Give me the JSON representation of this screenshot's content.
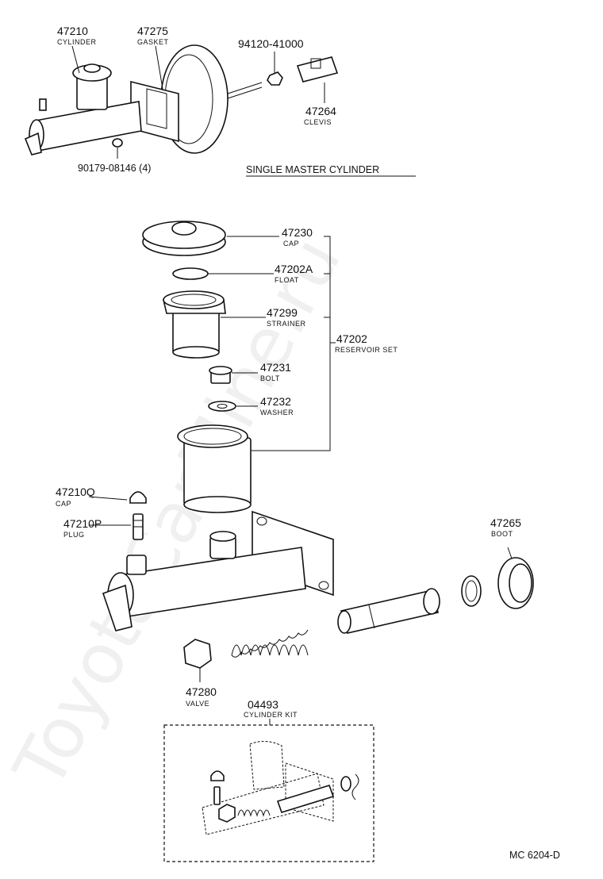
{
  "diagram": {
    "watermark": "ToyotaCarMine.ru",
    "section_title": "SINGLE MASTER CYLINDER",
    "diagram_code": "MC 6204-D",
    "parts": [
      {
        "id": "cylinder",
        "number": "47210",
        "name": "CYLINDER"
      },
      {
        "id": "gasket",
        "number": "47275",
        "name": "GASKET"
      },
      {
        "id": "nut",
        "number": "94120-41000",
        "name": ""
      },
      {
        "id": "clevis",
        "number": "47264",
        "name": "CLEVIS"
      },
      {
        "id": "bolt-top",
        "number": "90179-08146 (4)",
        "name": ""
      },
      {
        "id": "cap",
        "number": "47230",
        "name": "CAP"
      },
      {
        "id": "float",
        "number": "47202A",
        "name": "FLOAT"
      },
      {
        "id": "strainer",
        "number": "47299",
        "name": "STRAINER"
      },
      {
        "id": "reservoir-set",
        "number": "47202",
        "name": "RESERVOIR SET"
      },
      {
        "id": "bolt",
        "number": "47231",
        "name": "BOLT"
      },
      {
        "id": "washer",
        "number": "47232",
        "name": "WASHER"
      },
      {
        "id": "bleeder-cap",
        "number": "47210Q",
        "name": "CAP"
      },
      {
        "id": "plug",
        "number": "47210P",
        "name": "PLUG"
      },
      {
        "id": "boot",
        "number": "47265",
        "name": "BOOT"
      },
      {
        "id": "valve",
        "number": "47280",
        "name": "VALVE"
      },
      {
        "id": "cylinder-kit",
        "number": "04493",
        "name": "CYLINDER KIT"
      }
    ]
  }
}
